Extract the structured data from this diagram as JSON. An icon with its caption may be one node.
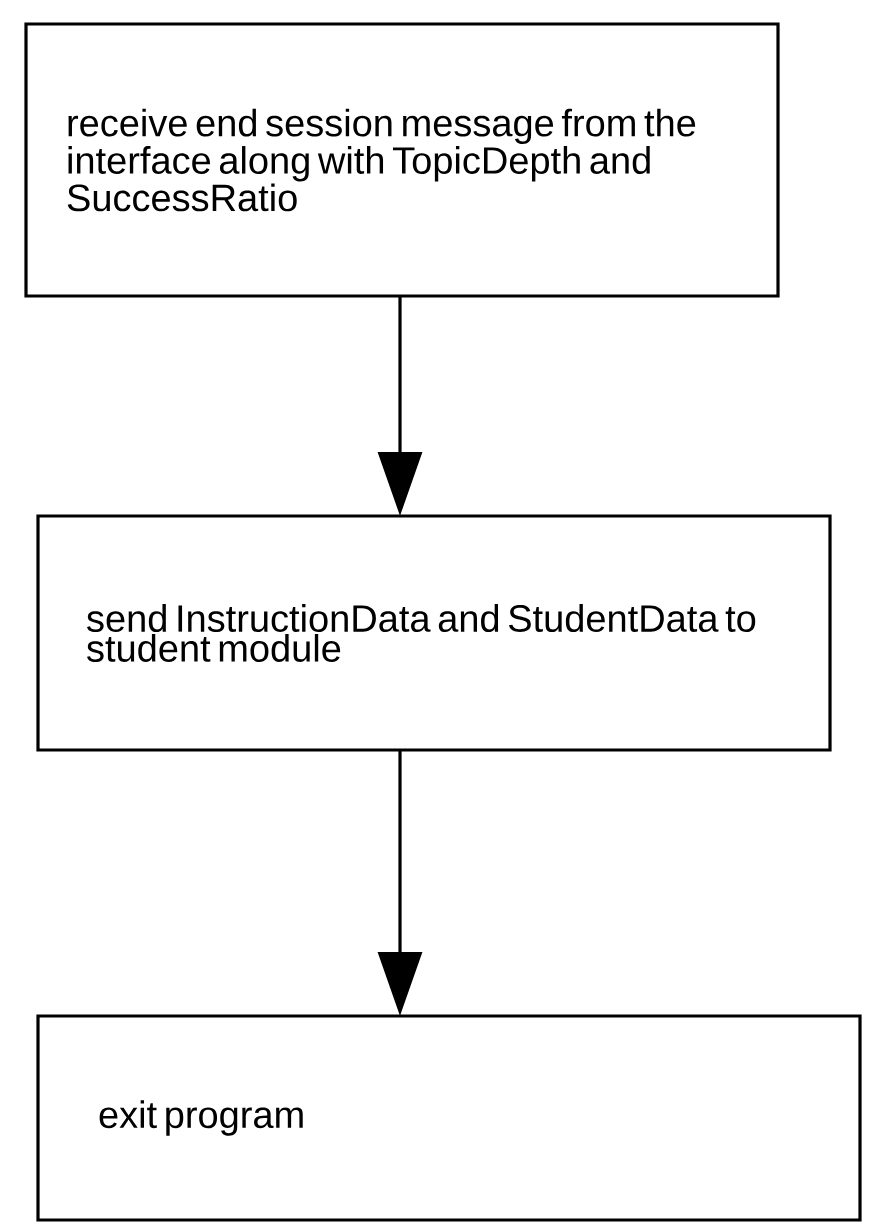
{
  "diagram": {
    "nodes": [
      {
        "text": [
          "receive end session message from the interface along with TopicDepth and SuccessRatio"
        ]
      },
      {
        "text": [
          "send InstructionData and StudentData to student module"
        ]
      },
      {
        "text": [
          "exit program"
        ]
      }
    ],
    "edges": [
      {
        "from": 0,
        "to": 1,
        "arrow": "to"
      },
      {
        "from": 1,
        "to": 2,
        "arrow": "to"
      }
    ]
  }
}
